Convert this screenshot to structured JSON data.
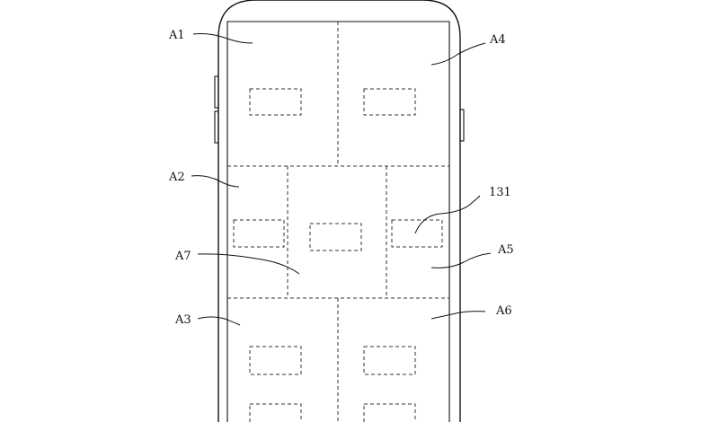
{
  "labels": {
    "a1": "A1",
    "a2": "A2",
    "a3": "A3",
    "a4": "A4",
    "a5": "A5",
    "a6": "A6",
    "a7": "A7",
    "ref131": "131"
  }
}
